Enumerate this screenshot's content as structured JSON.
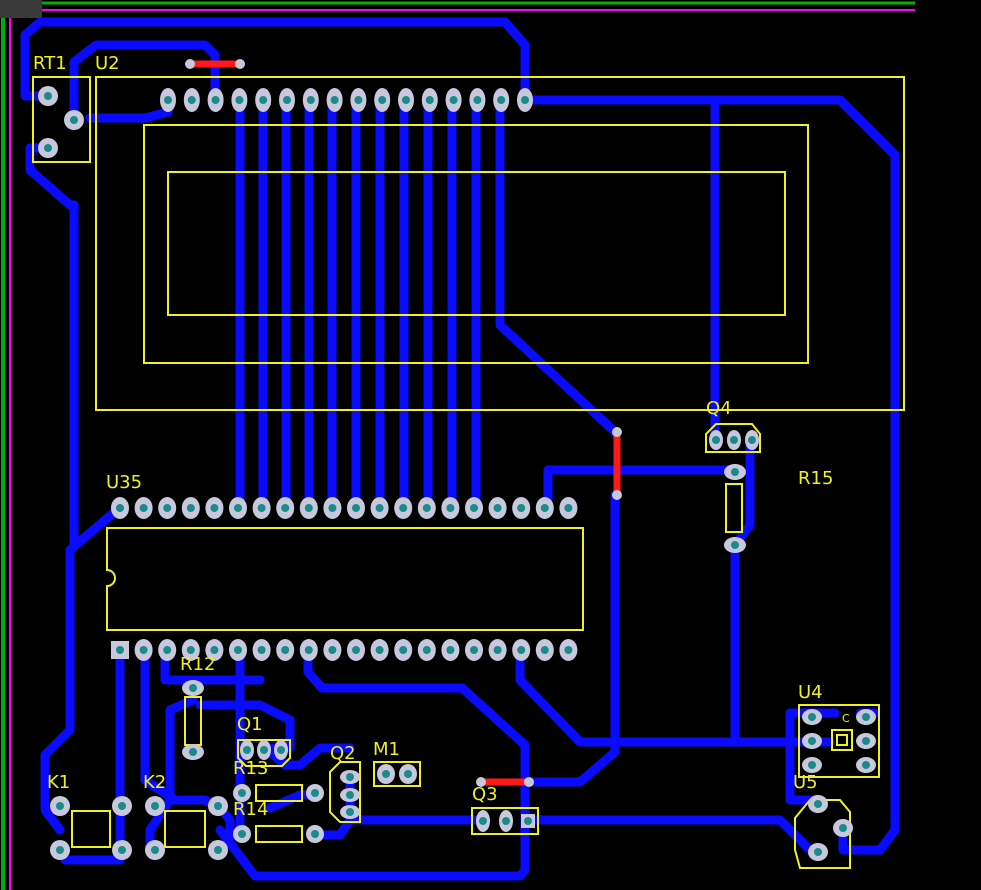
{
  "labels": {
    "rt1": "RT1",
    "u2": "U2",
    "u35": "U35",
    "q4": "Q4",
    "r15": "R15",
    "r12": "R12",
    "q1": "Q1",
    "r13": "R13",
    "r14": "R14",
    "q2": "Q2",
    "m1": "M1",
    "q3": "Q3",
    "k1": "K1",
    "k2": "K2",
    "u4": "U4",
    "u5": "U5",
    "u4_mark": "C"
  },
  "colors": {
    "background": "#000000",
    "trace": "#0a0aff",
    "silkscreen": "#f0f020",
    "pad": "#c8c8dc",
    "drill": "#1a8a8a",
    "jumper": "#ff1a1a",
    "board_edge_left": "#00b000",
    "board_edge_top": "#ff00ff"
  }
}
